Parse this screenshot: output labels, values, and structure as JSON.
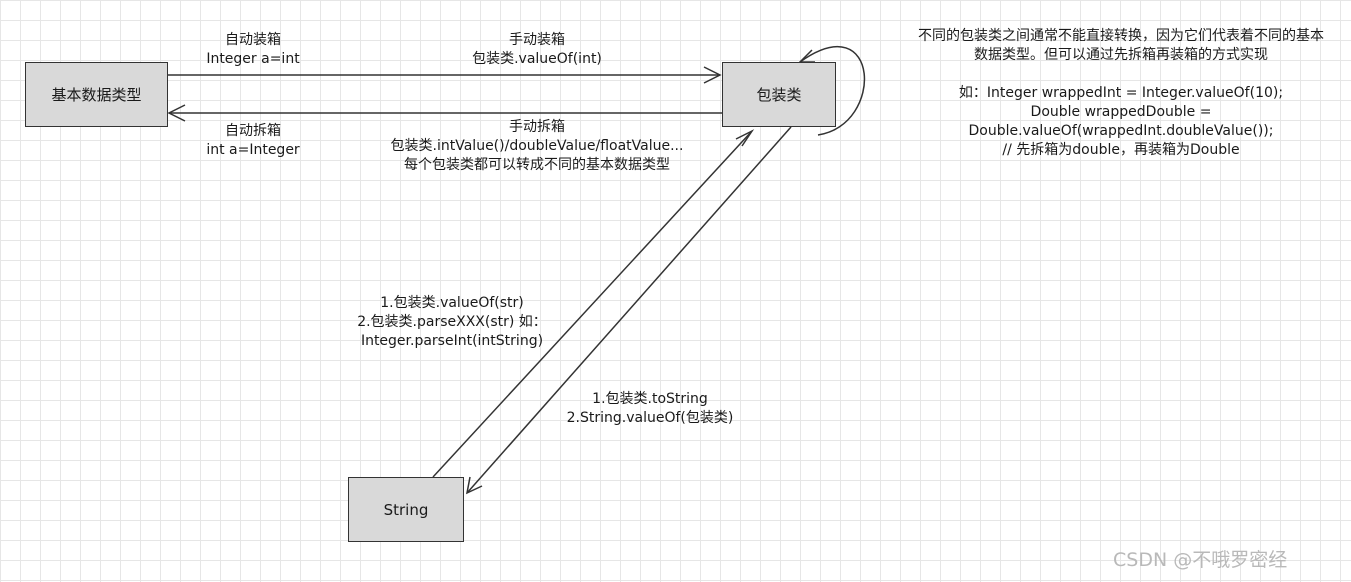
{
  "nodes": {
    "primitive": "基本数据类型",
    "wrapper": "包装类",
    "string": "String"
  },
  "edges": {
    "auto_boxing": [
      "自动装箱",
      "Integer a=int"
    ],
    "manual_boxing": [
      "手动装箱",
      "包装类.valueOf(int)"
    ],
    "auto_unboxing": [
      "自动拆箱",
      "int a=Integer"
    ],
    "manual_unboxing": [
      "手动拆箱",
      "包装类.intValue()/doubleValue/floatValue...",
      "每个包装类都可以转成不同的基本数据类型"
    ],
    "string_to_wrapper": [
      "1.包装类.valueOf(str)",
      "2.包装类.parseXXX(str) 如：",
      "Integer.parseInt(intString)"
    ],
    "wrapper_to_string": [
      "1.包装类.toString",
      "2.String.valueOf(包装类)"
    ]
  },
  "note": [
    "不同的包装类之间通常不能直接转换，因为它们代表着不同的基本",
    "数据类型。但可以通过先拆箱再装箱的方式实现",
    "",
    "如：Integer wrappedInt = Integer.valueOf(10);",
    "Double wrappedDouble =",
    "Double.valueOf(wrappedInt.doubleValue());",
    "// 先拆箱为double，再装箱为Double"
  ],
  "watermark": "CSDN @不哦罗密经"
}
